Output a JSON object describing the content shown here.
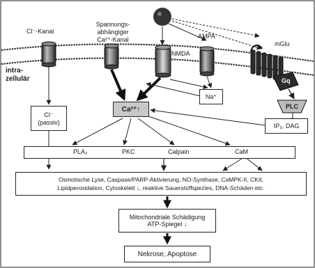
{
  "channels": {
    "cl_channel": "Cl⁻-Kanal",
    "ca_channel_line1": "Spannungs-",
    "ca_channel_line2": "abhängiger",
    "ca_channel_line3": "Ca²⁺-Kanal",
    "nmda": "NMDA",
    "ampa": "AMPA",
    "mglu": "mGlu"
  },
  "proteins": {
    "gq": "Gq",
    "plc": "PLC"
  },
  "region": {
    "line1": "intra-",
    "line2": "zellulär"
  },
  "ions": {
    "cl_line1": "Cl⁻",
    "cl_line2": "(passiv)",
    "ca": "Ca²⁺↑",
    "na": "Na⁺",
    "ip3_dag": "IP₃, DAG"
  },
  "effectors": [
    "PLA₂",
    "PKC",
    "Calpain",
    "CaM"
  ],
  "consequences": {
    "line1": "Osmotische Lyse,  Caspase/PARP-Aktivierung,  NO-Synthase,  CaMPK-II, CKII,",
    "line2": "Lipidperoxidation, Cytoskelett ↓, reaktive Sauerstoffspezies, DNA-Schäden etc."
  },
  "mito": {
    "line1": "Mitochondriale Schädigung",
    "line2": "ATP-Spiegel ↓"
  },
  "outcome": "Nekrose, Apoptose",
  "colors": {
    "membrane": "#3a3a3a",
    "channel_dark": "#2b2b2b",
    "ca_box": "#c8c8c8",
    "ligand": "#333333"
  }
}
